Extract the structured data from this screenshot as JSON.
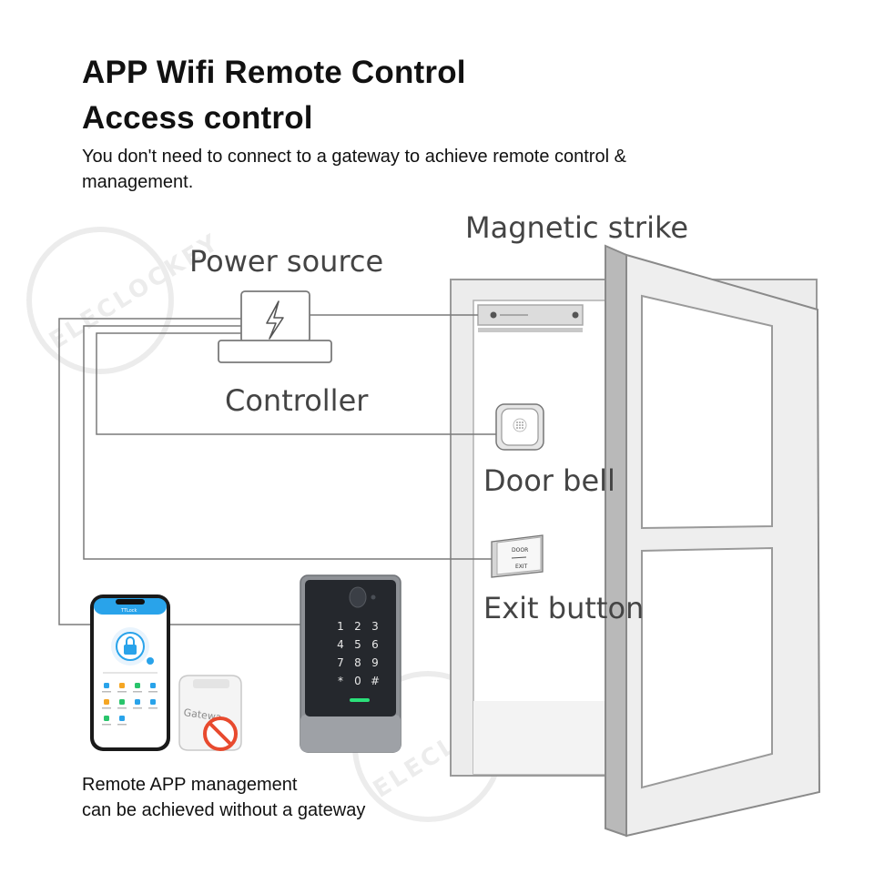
{
  "header": {
    "title_line1": "APP Wifi Remote Control",
    "title_line2": "Access control",
    "subtitle": "You don't need to connect to a gateway to achieve remote control & management."
  },
  "labels": {
    "magnetic_strike": "Magnetic strike",
    "power_source": "Power source",
    "controller": "Controller",
    "door_bell": "Door bell",
    "exit_button": "Exit button"
  },
  "exit_button_plate": {
    "line1": "DOOR",
    "line2": "EXIT"
  },
  "keypad": {
    "keys": [
      "1",
      "2",
      "3",
      "4",
      "5",
      "6",
      "7",
      "8",
      "9",
      "*",
      "0",
      "#"
    ]
  },
  "gateway": {
    "label": "Gatewa"
  },
  "phone": {
    "app_name": "TTLock"
  },
  "caption": {
    "line1": "Remote APP management",
    "line2": "can be achieved without a gateway"
  },
  "watermark": {
    "text": "ELECLOCKEY"
  },
  "colors": {
    "wire": "#7a7a7a",
    "door_frame": "#9a9a9a",
    "keypad_body": "#2a2d33",
    "keypad_frame": "#8e9196",
    "accent_blue": "#2a9be0",
    "prohibit_red": "#e84a2e"
  }
}
